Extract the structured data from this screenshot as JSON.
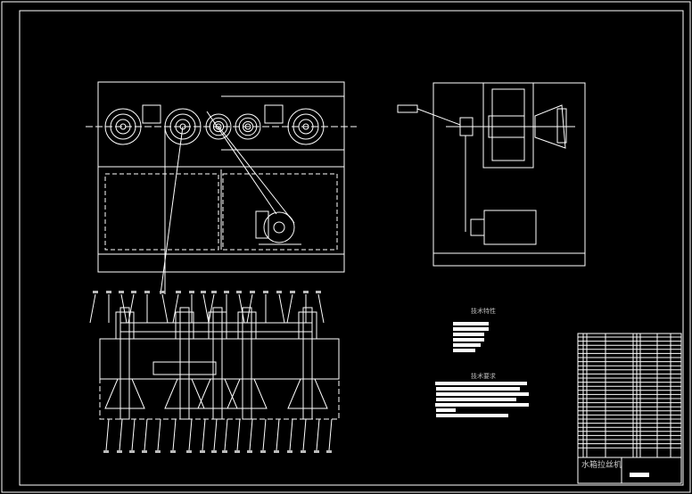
{
  "notes": {
    "characteristics_title": "技术特性",
    "requirements_title": "技术要求"
  },
  "title_block": {
    "drawing_name": "水箱拉丝机"
  },
  "colors": {
    "background": "#000000",
    "lines": "#ffffff"
  }
}
